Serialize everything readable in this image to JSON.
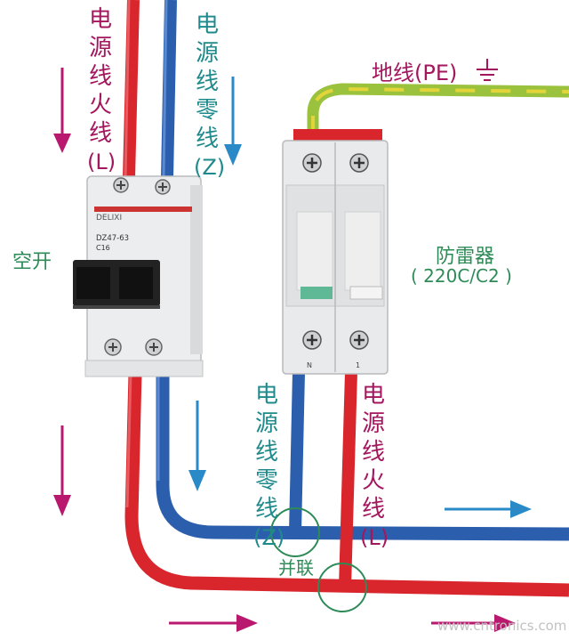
{
  "labels": {
    "top_live": [
      "电",
      "源",
      "线",
      "火",
      "线",
      "(L)"
    ],
    "top_neutral": [
      "电",
      "源",
      "线",
      "零",
      "线",
      "(Z)"
    ],
    "bottom_neutral": [
      "电",
      "源",
      "线",
      "零",
      "线",
      "(Z)"
    ],
    "bottom_live": [
      "电",
      "源",
      "线",
      "火",
      "线",
      "(L)"
    ],
    "ground": "地线(PE)",
    "breaker": "空开",
    "spd_name": "防雷器",
    "spd_model": "( 220C/C2 )",
    "parallel": "并联",
    "watermark": "www.cntronics.com"
  },
  "breaker_device": {
    "brand": "DELIXI",
    "model": "DZ47-63",
    "rating": "C16"
  },
  "spd_device": {
    "terminal_left": "N",
    "terminal_right": "1"
  },
  "colors": {
    "live_wire": "#d8262c",
    "neutral_wire": "#2b5fae",
    "ground_wire": "#9ac23c",
    "label_magenta": "#a3175e",
    "label_teal": "#1f8a8c",
    "label_green": "#2e8b57",
    "arrow_magenta": "#b8196e",
    "arrow_teal": "#2a8ac8"
  }
}
